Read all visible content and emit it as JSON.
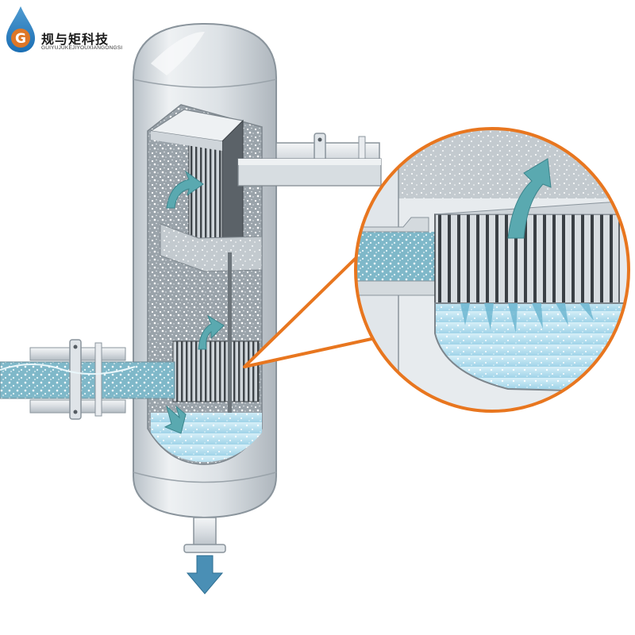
{
  "logo": {
    "letter": "G",
    "name": "规与矩科技",
    "subtitle": "GUIYUJUKEJIYOUXIANGONGSI",
    "icon": "water-drop-icon"
  },
  "colors": {
    "vessel_shell": "#dfe4e8",
    "vessel_outline": "#8a949c",
    "vessel_interior": "#c9ced3",
    "callout_ring": "#e8761f",
    "liquid": "#a9d9ec",
    "flow_arrow": "#5aa9b0",
    "drain_arrow": "#4a8fb5",
    "logo_drop": "#1c6fb5"
  },
  "icons": [
    "flow-arrow-icon",
    "drain-arrow-icon",
    "water-drop-icon"
  ]
}
